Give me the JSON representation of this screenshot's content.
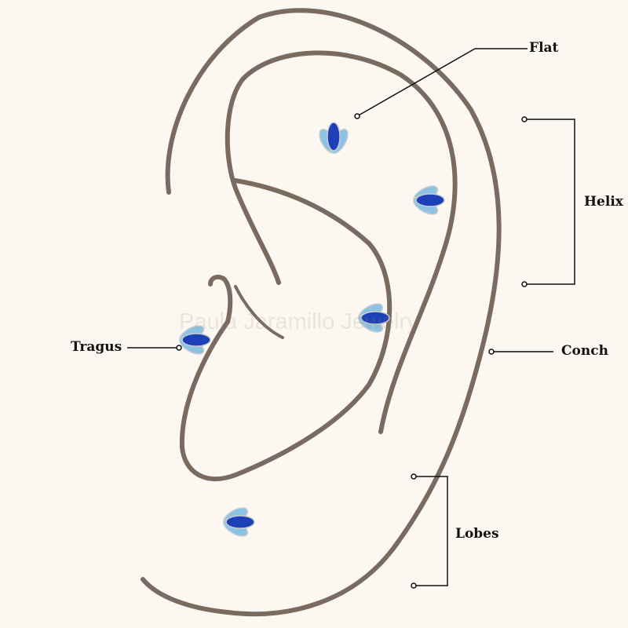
{
  "labels": {
    "flat": "Flat",
    "helix": "Helix",
    "conch": "Conch",
    "tragus": "Tragus",
    "lobes": "Lobes"
  },
  "watermark": "Paula Jaramillo Jewelry",
  "colors": {
    "background": "#fcf8f1",
    "ear_outline": "#7a6b61",
    "center_stone": "#1d3fb8",
    "side_stone": "#8cc3e3",
    "leader_line": "#111111"
  }
}
